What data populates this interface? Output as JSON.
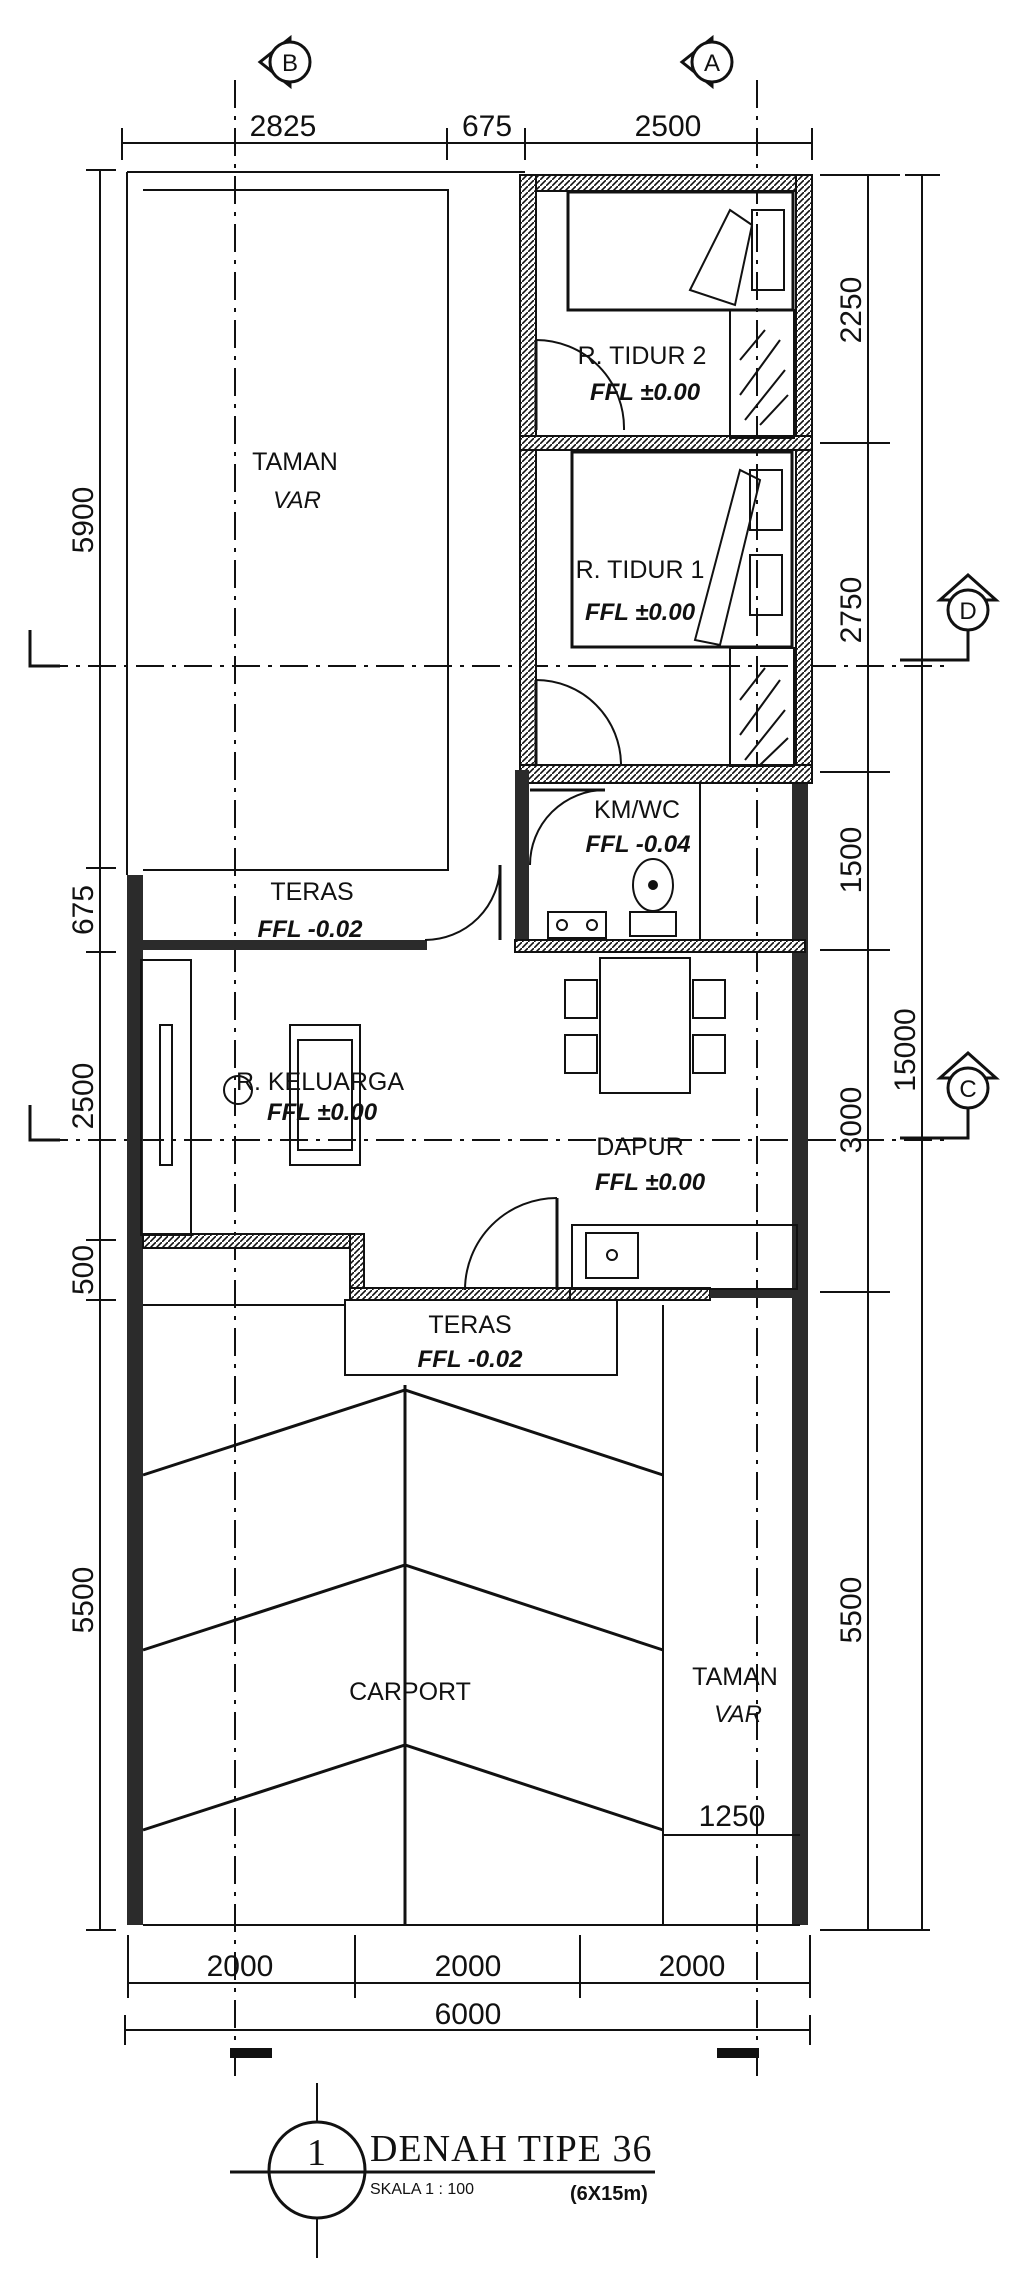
{
  "plan": {
    "title": "DENAH TIPE 36",
    "scale": "SKALA 1 : 100",
    "size": "(6X15m)",
    "view_number": "1"
  },
  "grid_labels": {
    "a": "A",
    "b": "B",
    "c": "C",
    "d": "D"
  },
  "dims": {
    "top": [
      "2825",
      "675",
      "2500"
    ],
    "left": [
      "5900",
      "675",
      "2500",
      "500",
      "5500"
    ],
    "right_inner": [
      "2250",
      "2750",
      "1500",
      "3000",
      "5500"
    ],
    "right_total": "15000",
    "bottom": [
      "2000",
      "2000",
      "2000"
    ],
    "bottom_total": "6000",
    "garden_width": "1250"
  },
  "rooms": {
    "taman_top": {
      "name": "TAMAN",
      "level": "VAR"
    },
    "tidur2": {
      "name": "R. TIDUR 2",
      "level": "FFL ±0.00"
    },
    "tidur1": {
      "name": "R. TIDUR 1",
      "level": "FFL ±0.00"
    },
    "kmwc": {
      "name": "KM/WC",
      "level": "FFL -0.04"
    },
    "teras_top": {
      "name": "TERAS",
      "level": "FFL -0.02"
    },
    "keluarga": {
      "name": "R. KELUARGA",
      "level": "FFL ±0.00"
    },
    "dapur": {
      "name": "DAPUR",
      "level": "FFL ±0.00"
    },
    "teras_front": {
      "name": "TERAS",
      "level": "FFL -0.02"
    },
    "carport": {
      "name": "CARPORT"
    },
    "taman_front": {
      "name": "TAMAN",
      "level": "VAR"
    }
  }
}
